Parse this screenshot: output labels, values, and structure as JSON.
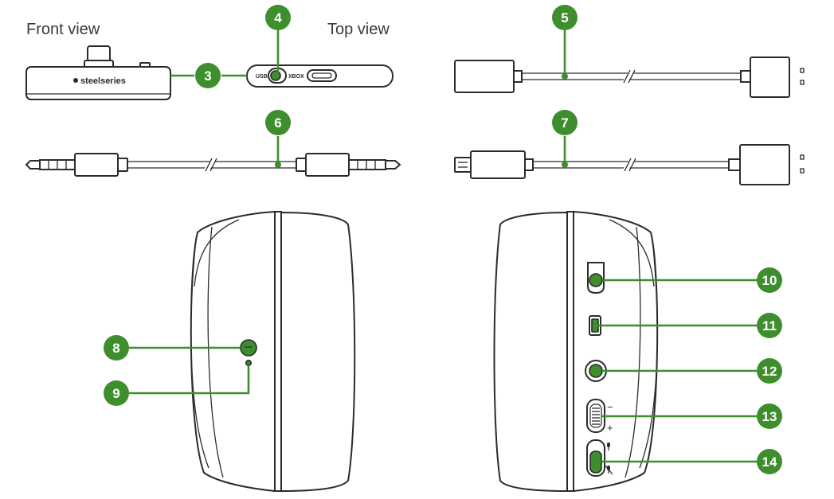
{
  "labels": {
    "front_view": "Front view",
    "top_view": "Top view",
    "usb": "USB",
    "xbox": "XBOX",
    "brand": "steelseries",
    "volume_minus": "−",
    "volume_plus": "+"
  },
  "callouts": [
    "3",
    "4",
    "5",
    "6",
    "7",
    "8",
    "9",
    "10",
    "11",
    "12",
    "13",
    "14"
  ],
  "colors": {
    "accent": "#3e8e2e",
    "outline": "#2b2b2b",
    "text": "#3a3a3a",
    "background": "#ffffff"
  },
  "icons": {
    "mic_on": "microphone-icon",
    "mic_off": "microphone-muted-icon"
  }
}
